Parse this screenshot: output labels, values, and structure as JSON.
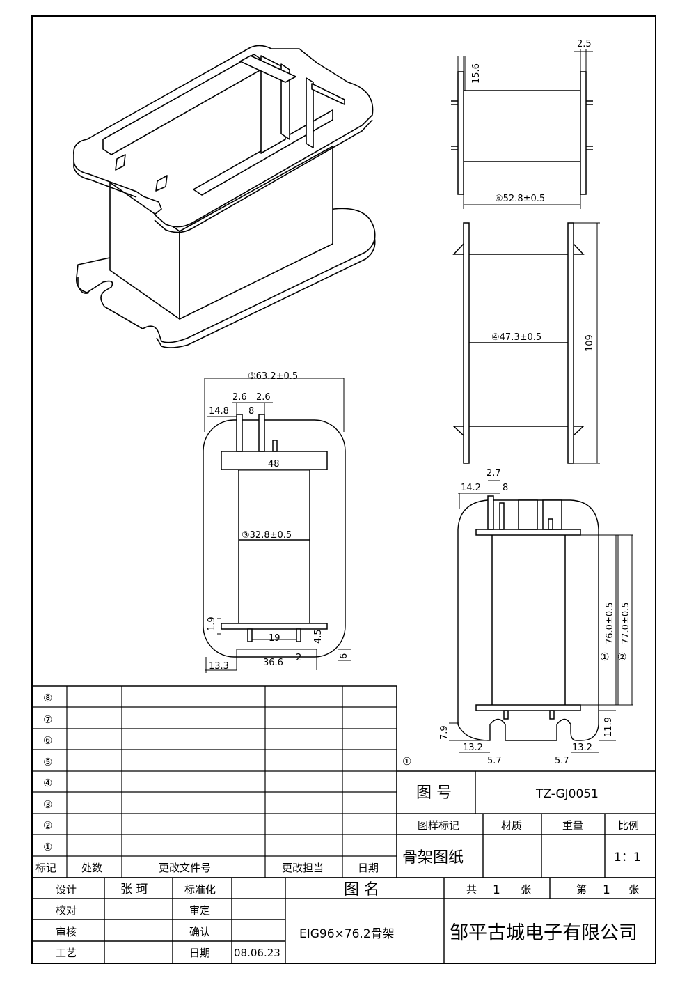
{
  "views": {
    "top_view": {
      "thickness": "2.5",
      "height": "15.6",
      "core_length": "⑥52.8±0.5"
    },
    "side_view": {
      "length": "109",
      "core": "④47.3±0.5"
    },
    "front_view": {
      "overall_width": "⑤63.2±0.5",
      "slot_a": "2.6",
      "slot_b": "2.6",
      "left_offset": "14.8",
      "slot_gap": "8",
      "inner_width": "48",
      "core_width": "③32.8±0.5",
      "flange_thk": "1.9",
      "pin_spacing": "19",
      "pin_len": "4.5",
      "pin_w": "2",
      "bottom_left": "13.3",
      "bottom_width": "36.6",
      "bottom_h": "6"
    },
    "right_view": {
      "slot": "2.7",
      "left_offset": "14.2",
      "gap": "8",
      "height_1": "76.0±0.5",
      "height_2": "77.0±0.5",
      "label_1": "①",
      "label_2": "②",
      "foot_h": "7.9",
      "notch_h": "11.9",
      "left_foot": "13.2",
      "right_foot": "13.2",
      "notch_left": "5.7",
      "notch_right": "5.7"
    }
  },
  "revision_table": {
    "markers": [
      "⑧",
      "⑦",
      "⑥",
      "⑤",
      "④",
      "③",
      "②",
      "①"
    ],
    "header": {
      "mark": "标记",
      "count": "处数",
      "doc": "更改文件号",
      "person": "更改担当",
      "date": "日期"
    }
  },
  "title_block": {
    "marker": "①",
    "drawing_no_label": "图 号",
    "drawing_no": "TZ-GJ0051",
    "sample_mark": "图样标记",
    "material": "材质",
    "weight": "重量",
    "scale_label": "比例",
    "doc_type": "骨架图纸",
    "scale": "1：1",
    "design_label": "设计",
    "designer": "张 珂",
    "standard_label": "标准化",
    "check_label": "校对",
    "approve_label": "审定",
    "review_label": "审核",
    "confirm_label": "确认",
    "process_label": "工艺",
    "date_label": "日期",
    "date": "08.06.23",
    "name_label": "图 名",
    "total_label": "共",
    "total_value": "1",
    "sheet_unit": "张",
    "page_label": "第",
    "page_value": "1",
    "page_unit": "张",
    "part_name": "EIG96×76.2骨架",
    "company": "邹平古城电子有限公司"
  }
}
